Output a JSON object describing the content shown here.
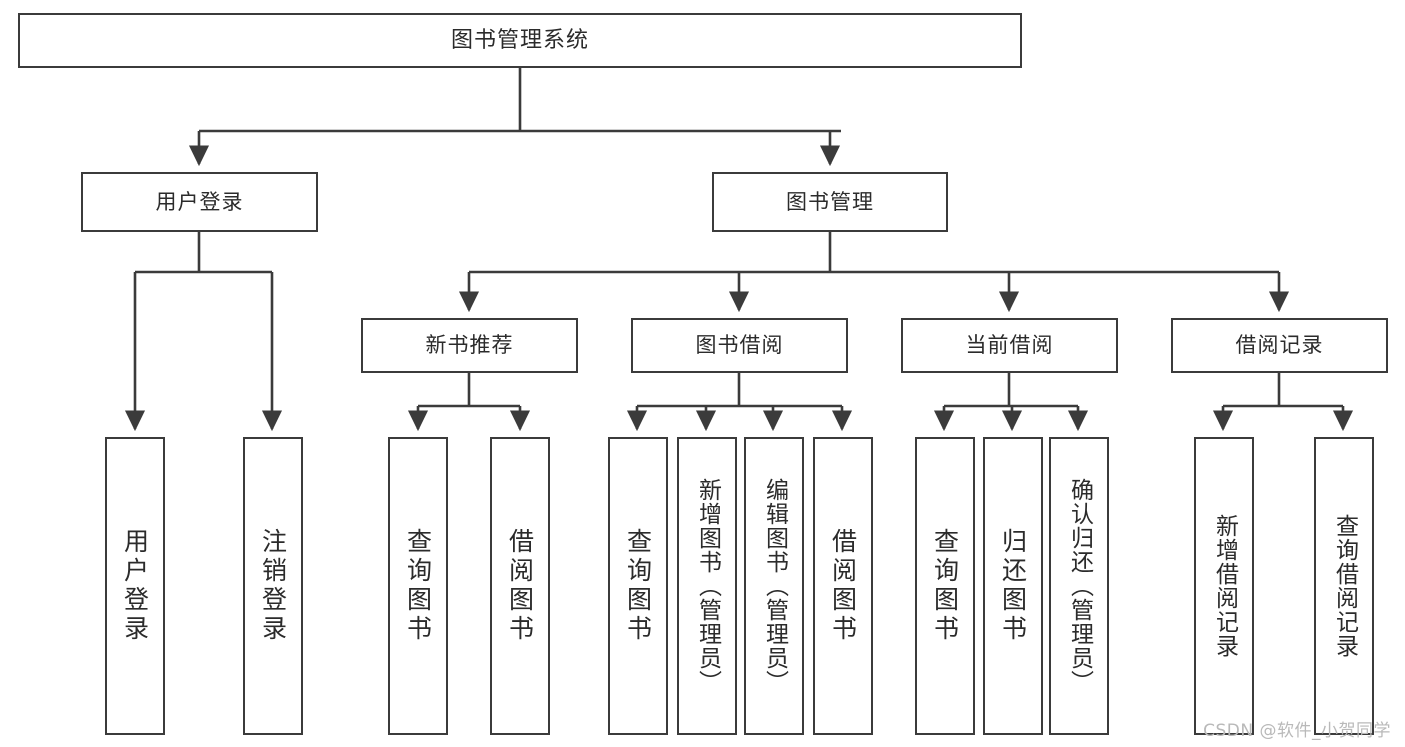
{
  "diagram": {
    "title": "图书管理系统",
    "type": "tree",
    "colors": {
      "background": "#ffffff",
      "box_border": "#3b3b3b",
      "box_fill": "#ffffff",
      "connector": "#3b3b3b",
      "text": "#2b2b2b",
      "watermark": "#b9b9b9"
    },
    "root": {
      "label": "图书管理系统"
    },
    "level2": [
      {
        "label": "用户登录"
      },
      {
        "label": "图书管理"
      }
    ],
    "level3": [
      {
        "label": "新书推荐"
      },
      {
        "label": "图书借阅"
      },
      {
        "label": "当前借阅"
      },
      {
        "label": "借阅记录"
      }
    ],
    "leaves": {
      "user_login": [
        {
          "label": "用户登录"
        },
        {
          "label": "注销登录"
        }
      ],
      "new_book_recommend": [
        {
          "label": "查询图书"
        },
        {
          "label": "借阅图书"
        }
      ],
      "book_borrow": [
        {
          "label": "查询图书"
        },
        {
          "label": "新增图书（管理员）"
        },
        {
          "label": "编辑图书（管理员）"
        },
        {
          "label": "借阅图书"
        }
      ],
      "current_borrow": [
        {
          "label": "查询图书"
        },
        {
          "label": "归还图书"
        },
        {
          "label": "确认归还（管理员）"
        }
      ],
      "borrow_record": [
        {
          "label": "新增借阅记录"
        },
        {
          "label": "查询借阅记录"
        }
      ]
    },
    "watermark": "CSDN @软件_小贺同学"
  }
}
